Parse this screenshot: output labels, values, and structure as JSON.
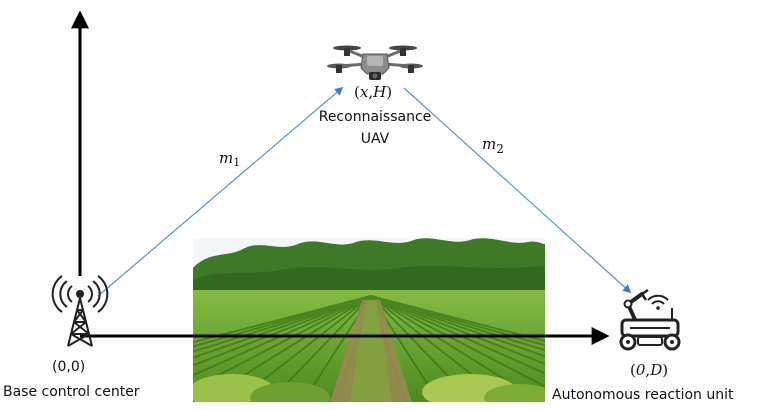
{
  "colors": {
    "link_line": "#5b8fd0",
    "axis": "#000000",
    "sky": "#eef3f7",
    "trees": "#3f7a2a",
    "field": "#79b23a",
    "field_dark": "#4e8b22",
    "path": "#8a7a4a"
  },
  "icons": {
    "tower": "radio-tower-icon",
    "uav": "quadcopter-drone-icon",
    "robot": "robot-rover-icon"
  },
  "base": {
    "coord_label": "(0,0)",
    "name": "Base control center"
  },
  "uav": {
    "coord_open": "(",
    "coord_x": "x",
    "coord_sep": ",",
    "coord_h": "H",
    "coord_close": ")",
    "name_line1": "Reconnaissance",
    "name_line2": "UAV"
  },
  "reaction": {
    "coord_open": "(",
    "coord_zero": "0",
    "coord_sep": ",",
    "coord_d": "D",
    "coord_close": ")",
    "name": "Autonomous reaction unit"
  },
  "links": {
    "m1_base": "m",
    "m1_sub": "1",
    "m2_base": "m",
    "m2_sub": "2"
  }
}
